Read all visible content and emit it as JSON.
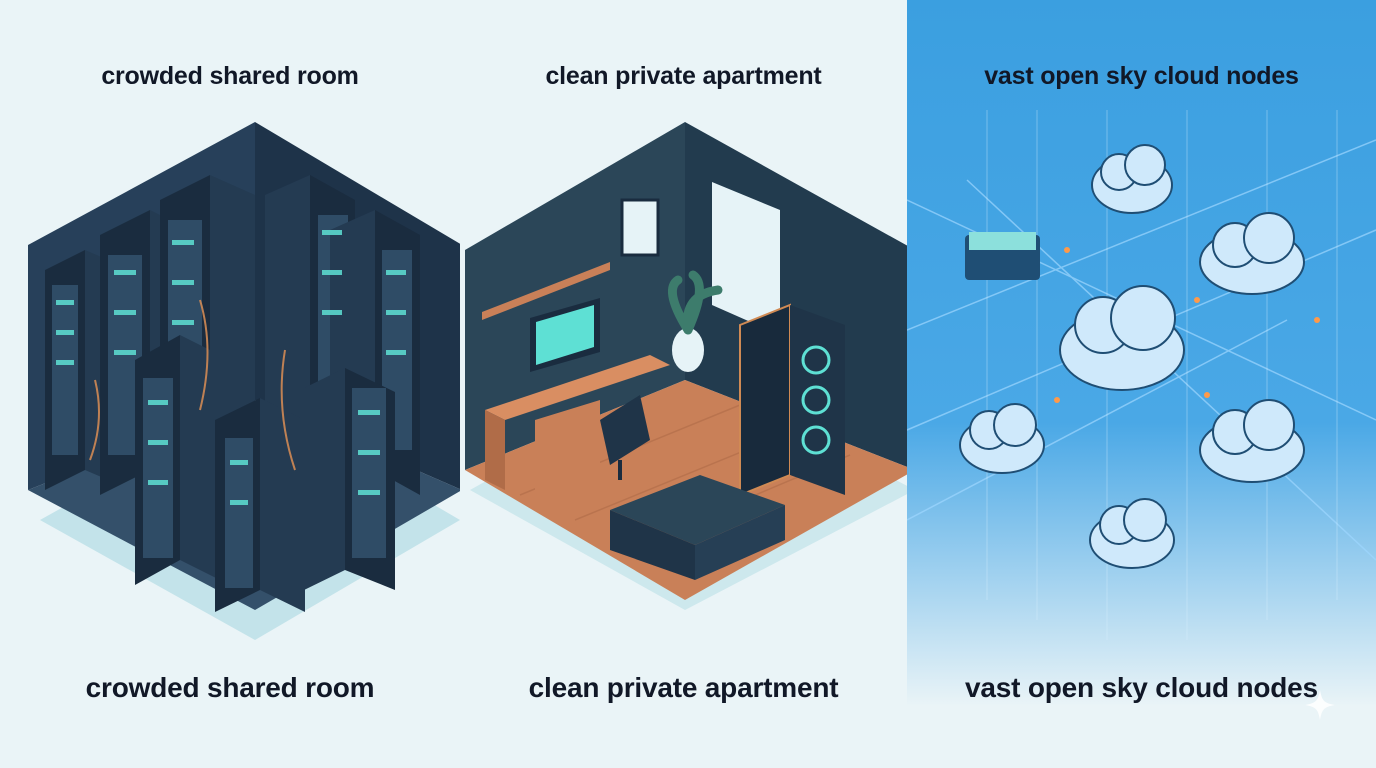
{
  "panels": {
    "left": {
      "top_label": "crowded shared room",
      "bottom_label": "crowded shared room"
    },
    "middle": {
      "top_label": "clean private apartment",
      "bottom_label": "clean private apartment"
    },
    "right": {
      "top_label": "vast open sky cloud nodes",
      "bottom_label": "vast open sky cloud nodes"
    }
  },
  "colors": {
    "background": "#eaf4f7",
    "sky": "#3b9fe0",
    "server_dark": "#1f3448",
    "screen_teal": "#5ee0d4",
    "floor_wood": "#c98058"
  },
  "icons": [
    "server-rack-icon",
    "desktop-pc-icon",
    "cloud-node-icon",
    "sparkle-icon"
  ]
}
